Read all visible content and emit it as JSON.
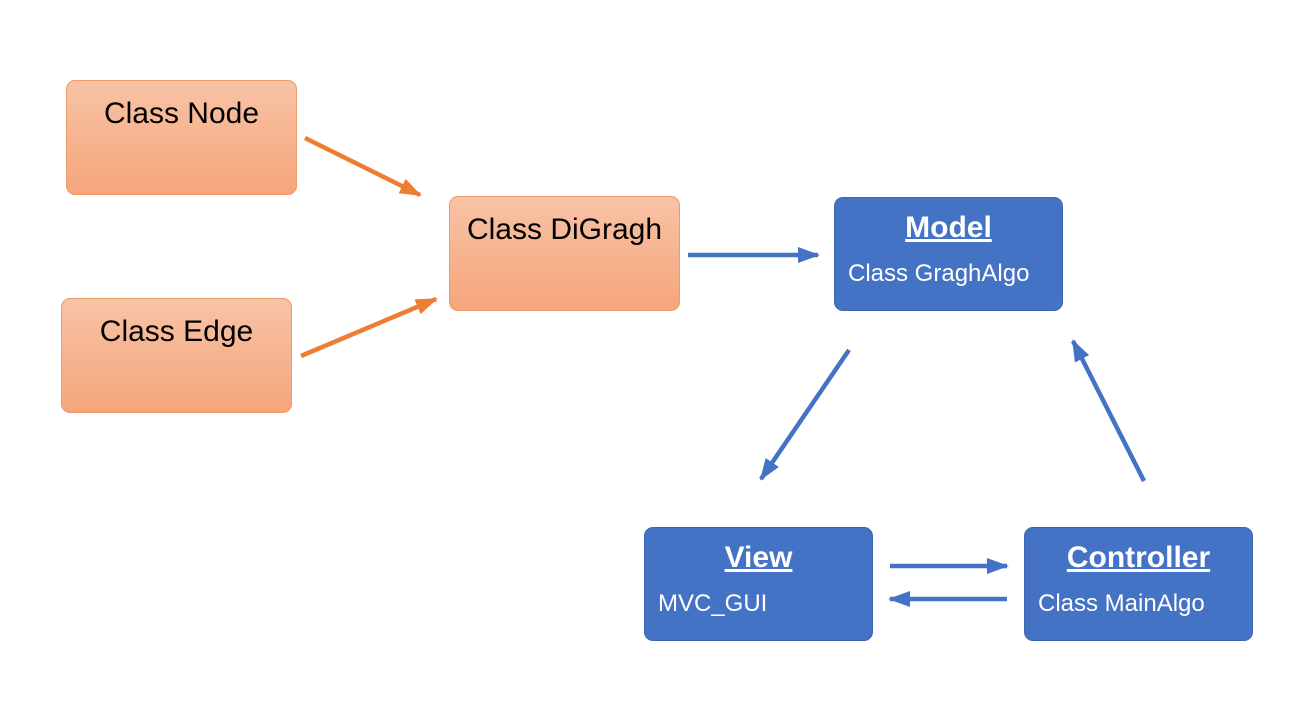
{
  "nodes": {
    "node": {
      "label": "Class Node"
    },
    "edge": {
      "label": "Class Edge"
    },
    "digraph": {
      "label": "Class DiGragh"
    },
    "model": {
      "title": "Model",
      "subtitle": "Class GraghAlgo"
    },
    "view": {
      "title": "View",
      "subtitle": "MVC_GUI"
    },
    "controller": {
      "title": "Controller",
      "subtitle": "Class MainAlgo"
    }
  },
  "colors": {
    "orange_box": "#f5a57a",
    "orange_arrow": "#ed7d31",
    "blue_box": "#4472c4",
    "blue_arrow": "#4472c4",
    "box_text_dark": "#000000",
    "box_text_light": "#ffffff"
  },
  "edges": [
    {
      "from": "Class Node",
      "to": "Class DiGragh",
      "color": "#ed7d31"
    },
    {
      "from": "Class Edge",
      "to": "Class DiGragh",
      "color": "#ed7d31"
    },
    {
      "from": "Class DiGragh",
      "to": "Model",
      "color": "#4472c4"
    },
    {
      "from": "Model",
      "to": "View",
      "color": "#4472c4"
    },
    {
      "from": "Controller",
      "to": "Model",
      "color": "#4472c4"
    },
    {
      "from": "View",
      "to": "Controller",
      "color": "#4472c4"
    },
    {
      "from": "Controller",
      "to": "View",
      "color": "#4472c4"
    }
  ]
}
